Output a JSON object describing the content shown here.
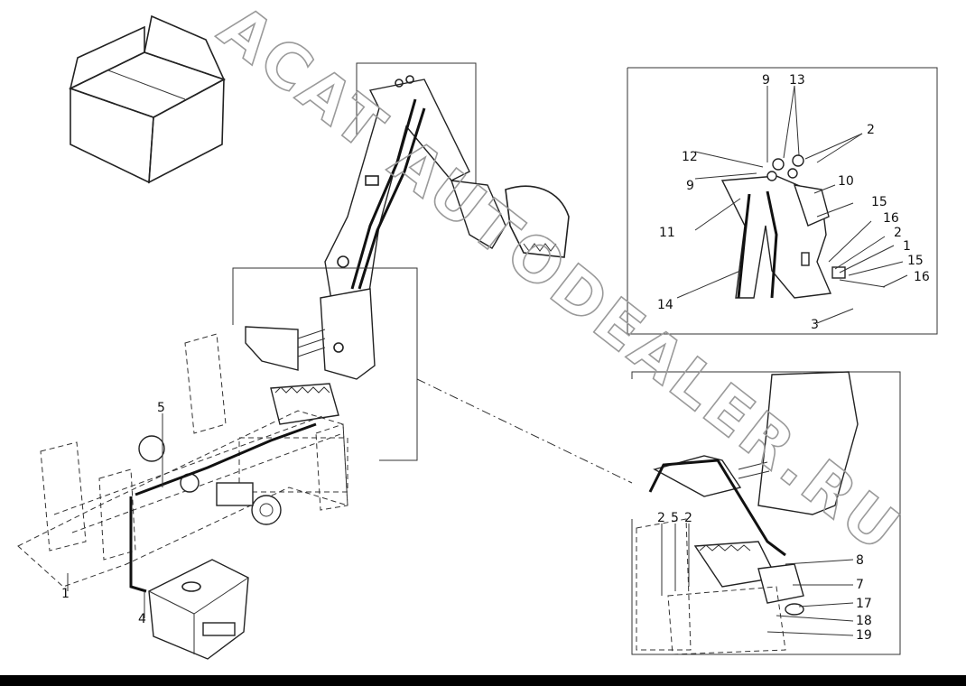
{
  "watermark": "ACAT AUTODEALER.RU",
  "callouts": {
    "detail_a": [
      "9",
      "13",
      "2",
      "12",
      "9",
      "10",
      "15",
      "16",
      "11",
      "2",
      "1",
      "15",
      "16",
      "14",
      "3"
    ],
    "main": [
      "5",
      "4",
      "1"
    ],
    "detail_b": [
      "2",
      "5",
      "2",
      "8",
      "7",
      "17",
      "18",
      "19"
    ]
  }
}
